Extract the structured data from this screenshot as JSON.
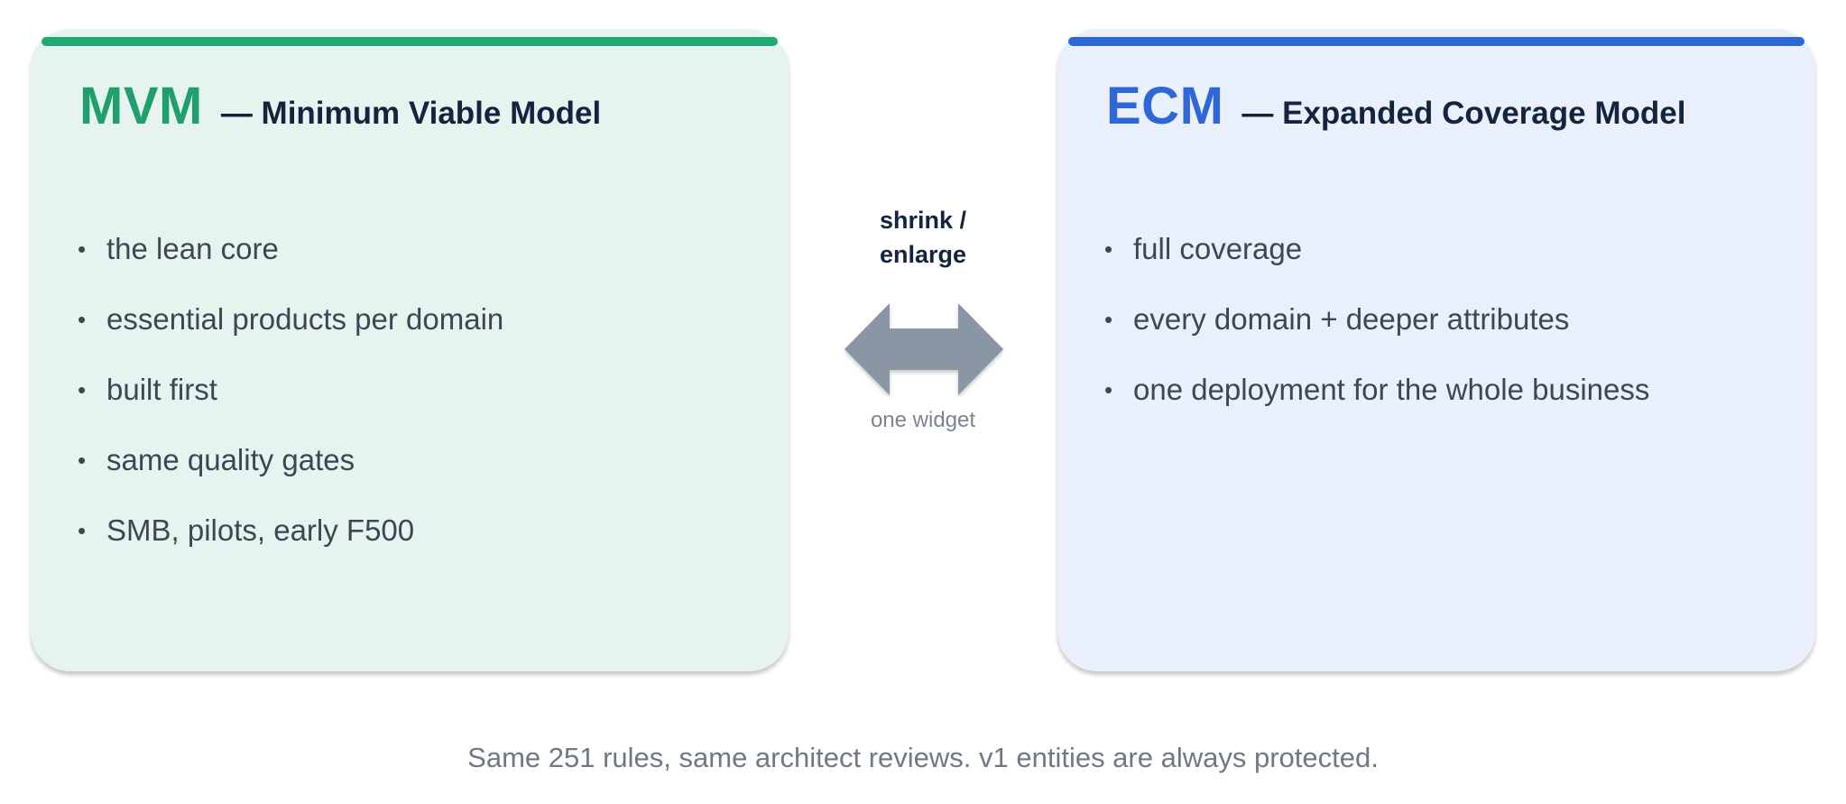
{
  "left_card": {
    "abbr": "MVM",
    "subtitle": "— Minimum Viable Model",
    "items": [
      "the lean core",
      "essential products per domain",
      "built first",
      "same quality gates",
      "SMB, pilots, early F500"
    ]
  },
  "right_card": {
    "abbr": "ECM",
    "subtitle": "— Expanded Coverage Model",
    "items": [
      "full coverage",
      "every domain + deeper attributes",
      "one deployment for the whole business"
    ]
  },
  "connector": {
    "label_line1": "shrink /",
    "label_line2": "enlarge",
    "caption": "one widget",
    "icon": "double-arrow-icon"
  },
  "footer": {
    "text": "Same 251 rules, same architect reviews.  v1 entities are always protected."
  },
  "colors": {
    "mvm_accent": "#1faa74",
    "ecm_accent": "#2c66d9",
    "mvm_bg": "#e6f4ef",
    "ecm_bg": "#e9effb",
    "arrow": "#8a96a3"
  }
}
